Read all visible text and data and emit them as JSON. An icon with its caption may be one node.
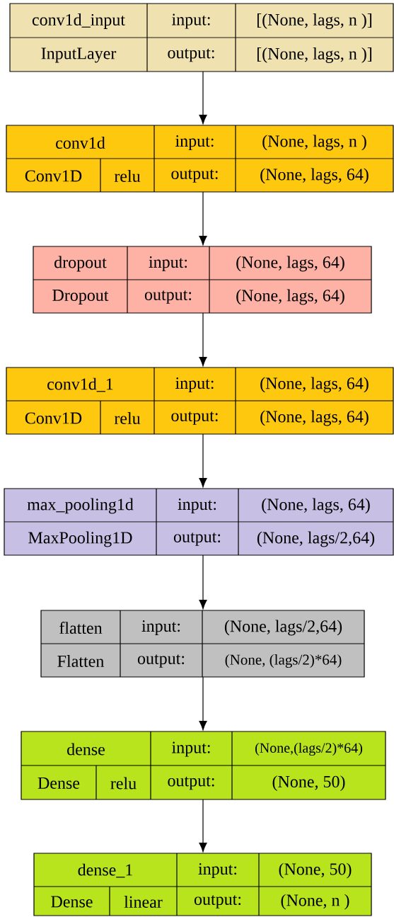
{
  "diagram": {
    "nodes": [
      {
        "text": [
          "conv1d_input",
          "input:",
          "[(None, lags, n )]",
          "InputLayer",
          "output:",
          "[(None, lags, n )]"
        ]
      },
      {
        "text": [
          "conv1d",
          "input:",
          "(None, lags, n )",
          "Conv1D",
          "relu",
          "output:",
          "(None, lags, 64)"
        ]
      },
      {
        "text": [
          "dropout",
          "input:",
          "(None, lags, 64)",
          "Dropout",
          "output:",
          "(None, lags, 64)"
        ]
      },
      {
        "text": [
          "conv1d_1",
          "input:",
          "(None, lags, 64)",
          "Conv1D",
          "relu",
          "output:",
          "(None, lags, 64)"
        ]
      },
      {
        "text": [
          "max_pooling1d",
          "input:",
          "(None, lags, 64)",
          "MaxPooling1D",
          "output:",
          "(None, lags/2,64)"
        ]
      },
      {
        "text": [
          "flatten",
          "input:",
          "(None, lags/2,64)",
          "Flatten",
          "output:",
          "(None, (lags/2)*64)"
        ]
      },
      {
        "text": [
          "dense",
          "input:",
          "(None,(lags/2)*64)",
          "Dense",
          "relu",
          "output:",
          "(None, 50)"
        ]
      },
      {
        "text": [
          "dense_1",
          "input:",
          "(None, 50)",
          "Dense",
          "linear",
          "output:",
          "(None, n )"
        ]
      }
    ],
    "edges": [
      {
        "from": 0,
        "to": 1,
        "arrow": "to"
      },
      {
        "from": 1,
        "to": 2,
        "arrow": "to"
      },
      {
        "from": 2,
        "to": 3,
        "arrow": "to"
      },
      {
        "from": 3,
        "to": 4,
        "arrow": "to"
      },
      {
        "from": 4,
        "to": 5,
        "arrow": "to"
      },
      {
        "from": 5,
        "to": 6,
        "arrow": "to"
      },
      {
        "from": 6,
        "to": 7,
        "arrow": "to"
      }
    ]
  }
}
